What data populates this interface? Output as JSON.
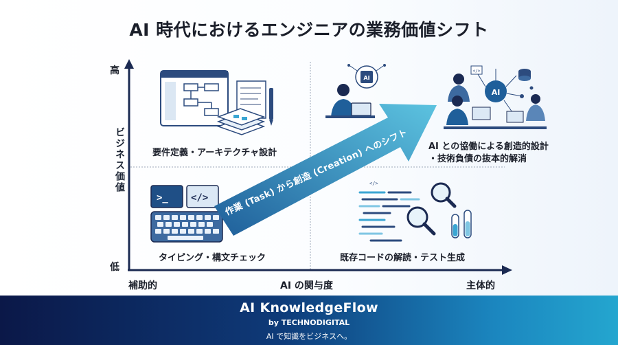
{
  "title": "AI 時代におけるエンジニアの業務価値シフト",
  "y_axis": {
    "high": "高",
    "low": "低",
    "title": "ビジネス価値"
  },
  "x_axis": {
    "left": "補助的",
    "center": "AI の関与度",
    "right": "主体的"
  },
  "quadrants": {
    "top_left": "要件定義・アーキテクチャ設計",
    "top_right_line1": "AI との協働による創造的設計",
    "top_right_line2": "・技術負債の抜本的解消",
    "bottom_left": "タイピング・構文チェック",
    "bottom_right": "既存コードの解読・テスト生成"
  },
  "arrow_label": "作業 (Task) から創造 (Creation) へのシフト",
  "footer": {
    "brand": "AI KnowledgeFlow",
    "by": "by TECHNODIGITAL",
    "tagline": "AI で知識をビジネスへ。"
  },
  "colors": {
    "axis": "#1b2a52",
    "arrow_start": "#1f5f9a",
    "arrow_end": "#5cc3e0",
    "band_dark": "#0b1848",
    "band_light": "#24a6cf"
  }
}
